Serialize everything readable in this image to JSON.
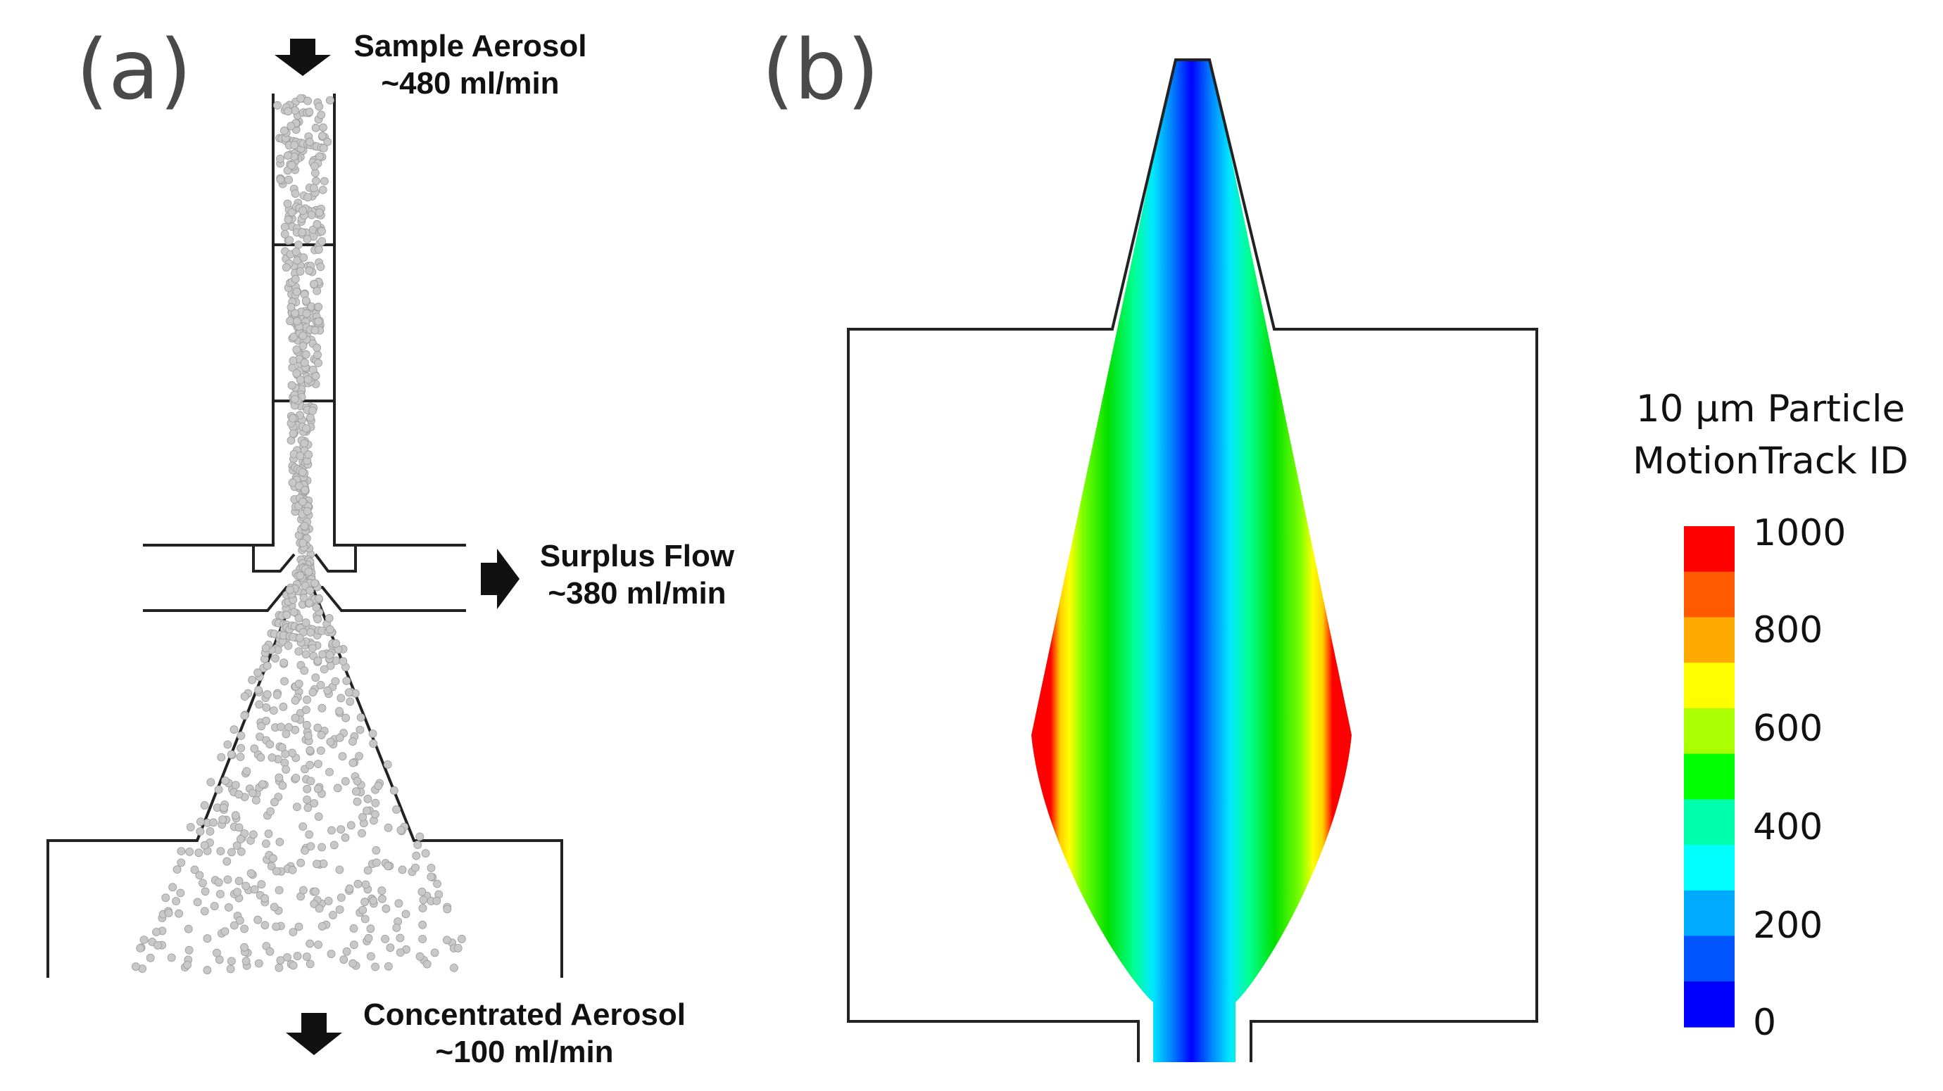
{
  "panel_a": {
    "label": "(a)",
    "inlet": {
      "title": "Sample Aerosol",
      "rate": "~480 ml/min"
    },
    "surplus": {
      "title": "Surplus Flow",
      "rate": "~380 ml/min"
    },
    "outlet": {
      "title": "Concentrated Aerosol",
      "rate": "~100 ml/min"
    },
    "particle_color": "#c8c8c8"
  },
  "panel_b": {
    "label": "(b)",
    "colorbar": {
      "title_line1": "10 μm Particle",
      "title_line2": "MotionTrack ID",
      "ticks": [
        "1000",
        "800",
        "600",
        "400",
        "200",
        "0"
      ],
      "colors": [
        "#ff0000",
        "#ff5a00",
        "#ffaa00",
        "#ffff00",
        "#aaff00",
        "#00ff00",
        "#00ffaa",
        "#00ffff",
        "#00aaff",
        "#0055ff",
        "#0000ff"
      ]
    }
  }
}
